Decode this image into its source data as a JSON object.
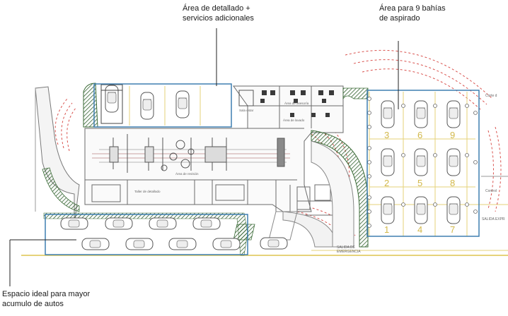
{
  "callouts": {
    "detailing": [
      "Área de detallado +",
      "servicios adicionales"
    ],
    "vacuum": [
      "Área para 9 bahías",
      "de aspirado"
    ],
    "queue": [
      "Espacio ideal para mayor",
      "acumulo de autos"
    ]
  },
  "plan_labels": {
    "bay_numbers": [
      "3",
      "6",
      "9",
      "2",
      "5",
      "8",
      "1",
      "4",
      "7"
    ],
    "exit_emergency": [
      "SALIDA DE",
      "EMERGENCIA"
    ],
    "exit_right": "SALIDA EXPR",
    "control_right": "Control",
    "corte_right": "Corte d",
    "rooms": [
      "Sala estar",
      "Área de asesoría",
      "Área de lavado",
      "Área de revisión",
      "Taller de detallado"
    ]
  },
  "colors": {
    "highlight_box": "#3e7fb0",
    "grass": "#4e7f4a",
    "bay_number": "#d2b84a",
    "arc": "#d9534f",
    "dock_line": "#e6d27a",
    "plan_line": "#6b6b6b"
  }
}
